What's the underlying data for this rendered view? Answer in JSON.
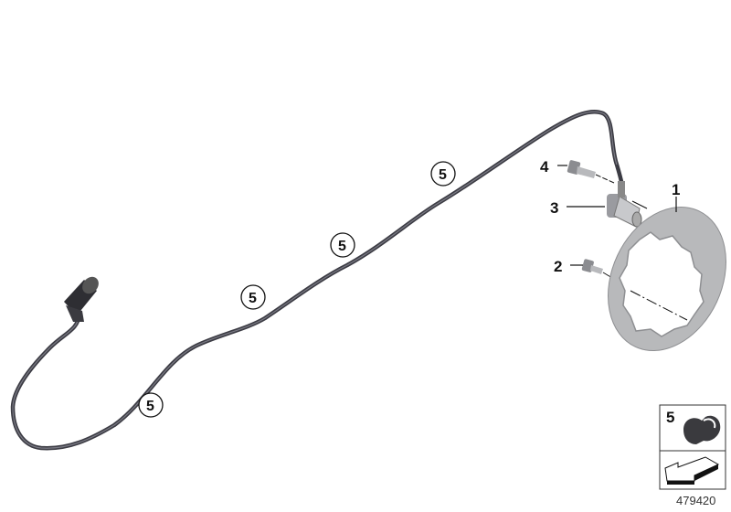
{
  "diagram": {
    "part_labels": [
      {
        "number": "1",
        "part": "rotor-ring"
      },
      {
        "number": "2",
        "part": "bolt"
      },
      {
        "number": "3",
        "part": "wheel-speed-sensor"
      },
      {
        "number": "4",
        "part": "bolt"
      }
    ],
    "cable_clip_labels": [
      "5",
      "5",
      "5",
      "5"
    ],
    "legend": {
      "number": "5",
      "icon": "cable-clip"
    },
    "diagram_id": "479420"
  },
  "colors": {
    "cable": "#4a4a52",
    "rotor": "#b8b9bb",
    "text": "#111111"
  }
}
